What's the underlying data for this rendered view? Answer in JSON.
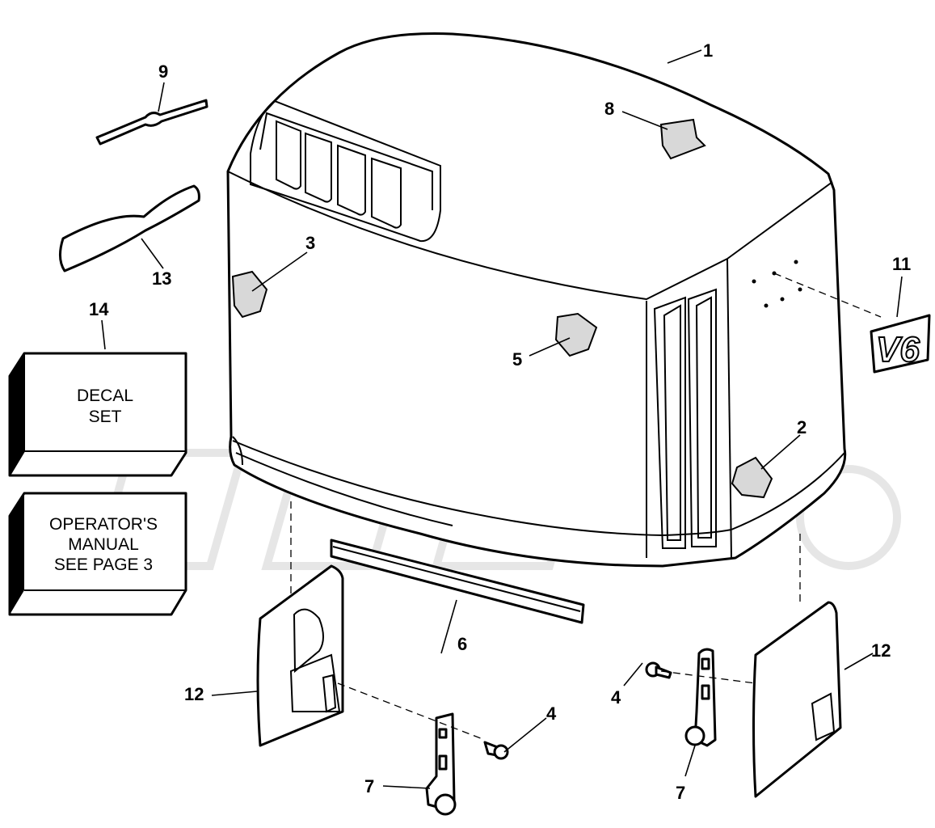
{
  "callouts": {
    "c1": "1",
    "c2": "2",
    "c3": "3",
    "c4a": "4",
    "c4b": "4",
    "c5": "5",
    "c6": "6",
    "c7a": "7",
    "c7b": "7",
    "c8": "8",
    "c9": "9",
    "c11": "11",
    "c12a": "12",
    "c12b": "12",
    "c13": "13",
    "c14": "14"
  },
  "decal_set_box": {
    "line1": "DECAL",
    "line2": "SET"
  },
  "manual_box": {
    "line1": "OPERATOR'S",
    "line2": "MANUAL",
    "line3": "SEE PAGE 3"
  },
  "v6_emblem": "V6"
}
